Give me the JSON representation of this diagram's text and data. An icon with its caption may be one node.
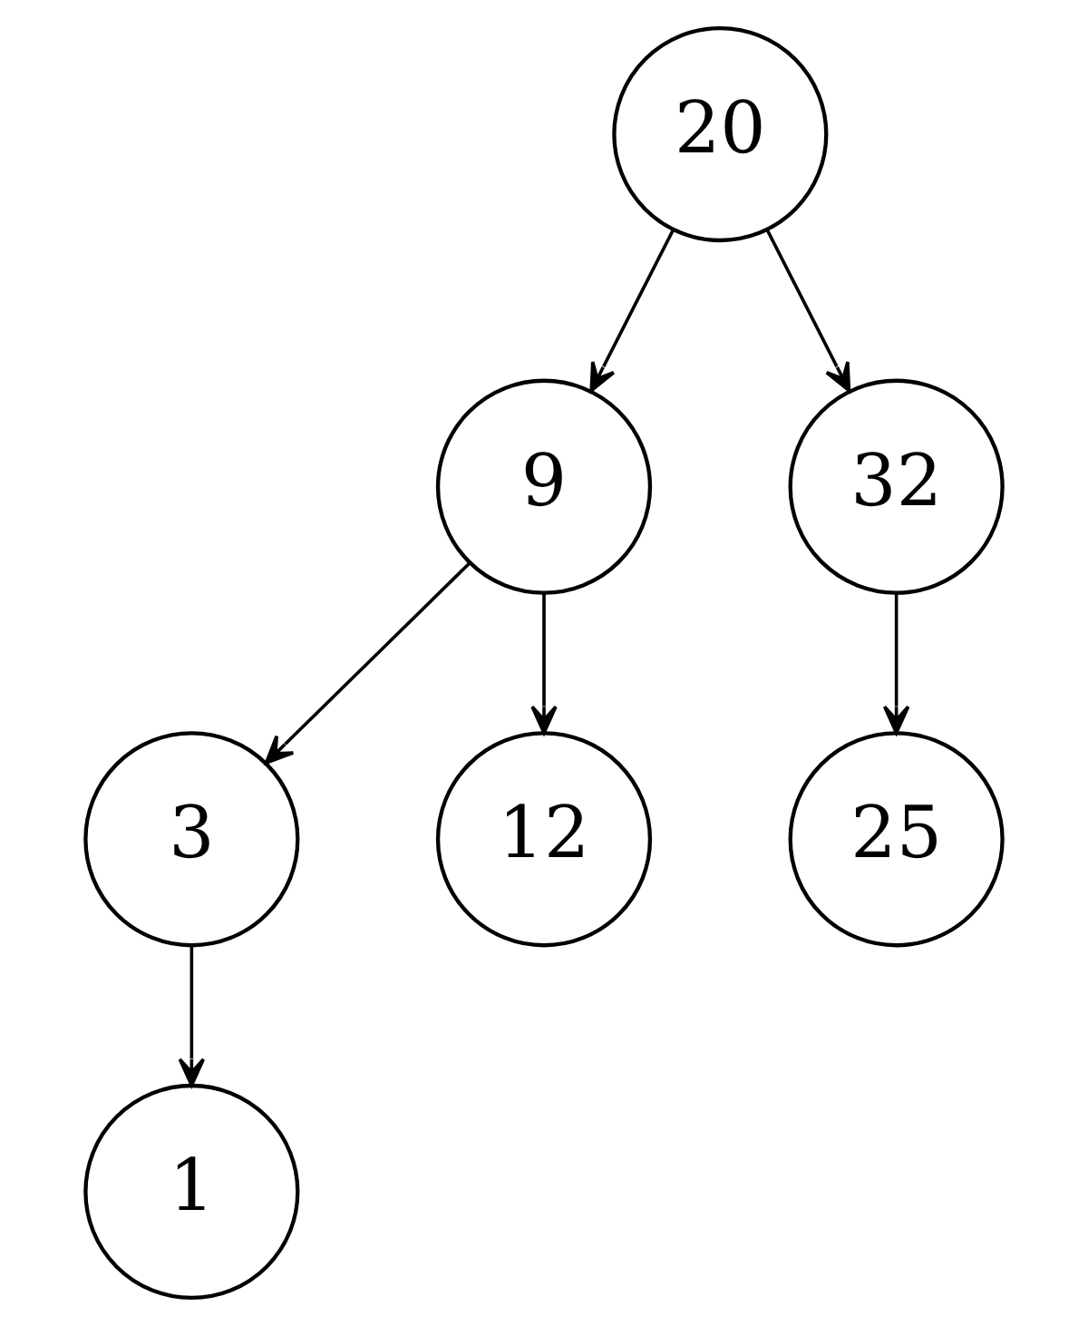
{
  "diagram": {
    "nodes": [
      {
        "text": [
          "20"
        ]
      },
      {
        "text": [
          "9"
        ]
      },
      {
        "text": [
          "32"
        ]
      },
      {
        "text": [
          "3"
        ]
      },
      {
        "text": [
          "12"
        ]
      },
      {
        "text": [
          "25"
        ]
      },
      {
        "text": [
          "1"
        ]
      }
    ],
    "edges": [
      {
        "from": 0,
        "to": 1,
        "arrow": "to"
      },
      {
        "from": 0,
        "to": 2,
        "arrow": "to"
      },
      {
        "from": 1,
        "to": 3,
        "arrow": "to"
      },
      {
        "from": 1,
        "to": 4,
        "arrow": "to"
      },
      {
        "from": 2,
        "to": 5,
        "arrow": "to"
      },
      {
        "from": 3,
        "to": 6,
        "arrow": "to"
      }
    ]
  }
}
